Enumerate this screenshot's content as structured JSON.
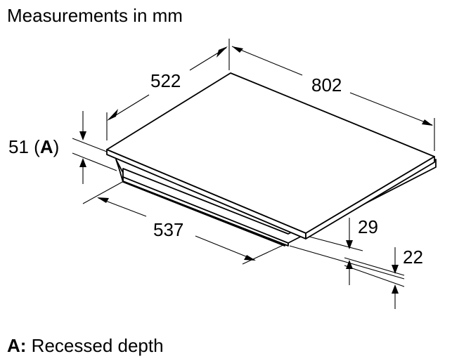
{
  "header": {
    "title": "Measurements in mm"
  },
  "dimensions": {
    "width": "802",
    "depth": "522",
    "cutout_width": "537",
    "height_total": "29",
    "height_base": "22",
    "recess_value": "51",
    "recess_open": " (",
    "recess_key": "A",
    "recess_close": ")"
  },
  "footer": {
    "key": "A:",
    "description": " Recessed depth"
  }
}
